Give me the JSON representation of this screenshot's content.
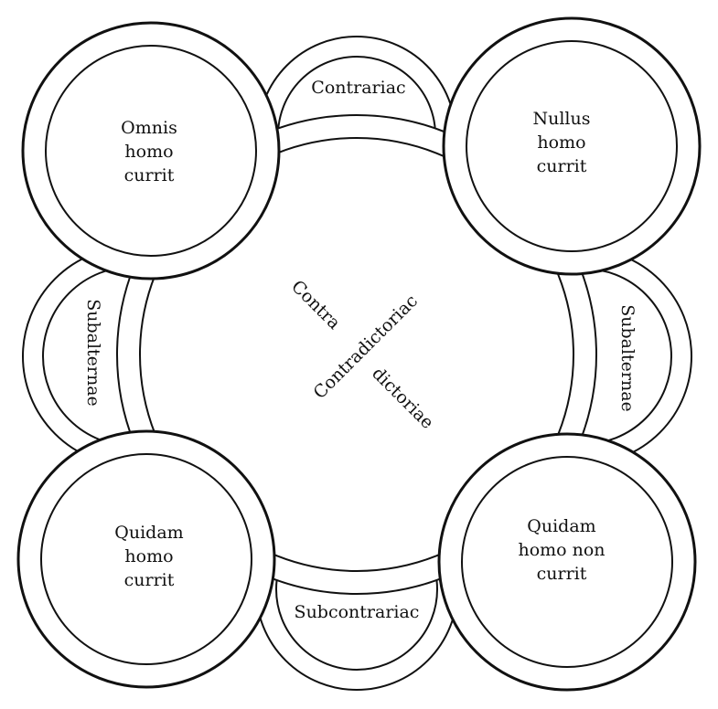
{
  "title": "Square of opposition",
  "propositions": {
    "top_left": [
      "Omnis",
      "homo",
      "currit"
    ],
    "top_right": [
      "Nullus",
      "homo",
      "currit"
    ],
    "bottom_left": [
      "Quidam",
      "homo",
      "currit"
    ],
    "bottom_right": [
      "Quidam",
      "homo non",
      "currit"
    ]
  },
  "relations": {
    "top": "Contrariac",
    "left": "Subalternae",
    "right": "Subalternae",
    "bottom": "Subcontrariac",
    "diagonal_main": "Contradictoriac",
    "diagonal_part1": "Contra",
    "diagonal_part2": "dictoriae"
  },
  "colors": {
    "line": "#111111",
    "background": "#ffffff"
  }
}
